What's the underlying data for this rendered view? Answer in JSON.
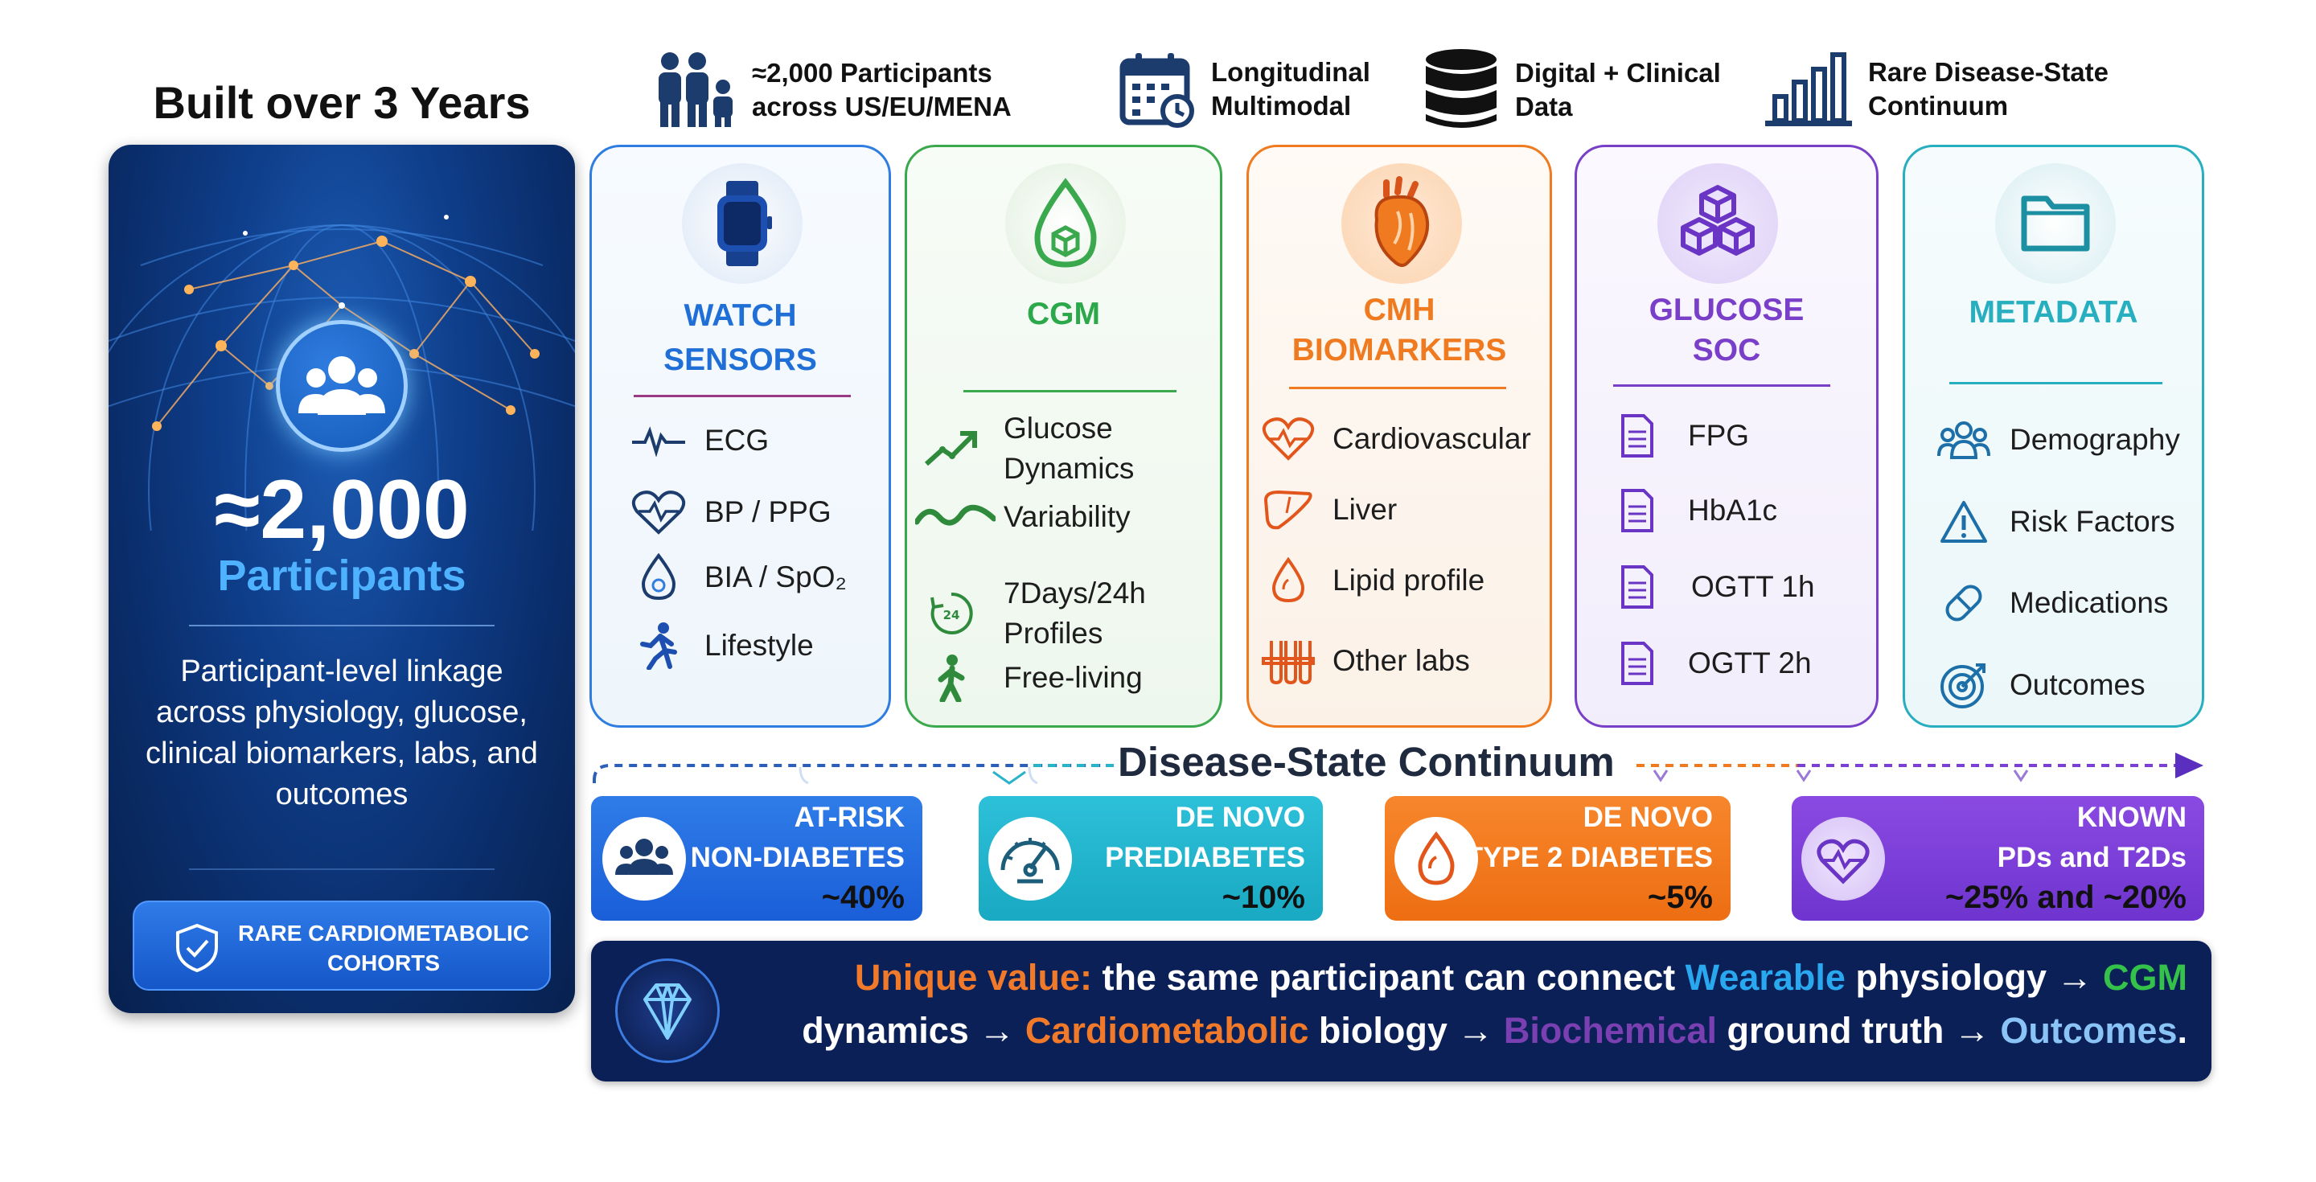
{
  "left": {
    "title": "Built over 3 Years",
    "big_number": "≈2,000",
    "big_label": "Participants",
    "description": "Participant-level linkage across physiology, glucose, clinical biomarkers, labs, and outcomes",
    "button_line1": "RARE CARDIOMETABOLIC",
    "button_line2": "COHORTS"
  },
  "header": [
    {
      "icon": "people-icon",
      "line1": "≈2,000 Participants",
      "line2": "across US/EU/MENA"
    },
    {
      "icon": "calendar-icon",
      "line1": "Longitudinal",
      "line2": "Multimodal"
    },
    {
      "icon": "database-icon",
      "line1": "Digital + Clinical",
      "line2": "Data"
    },
    {
      "icon": "bar-chart-icon",
      "line1": "Rare Disease-State",
      "line2": "Continuum"
    }
  ],
  "cards": {
    "watch": {
      "title_l1": "WATCH",
      "title_l2": "SENSORS",
      "color": "#1f6fd6",
      "items": [
        {
          "icon": "ecg-icon",
          "label": "ECG"
        },
        {
          "icon": "heart-pulse-icon",
          "label": "BP / PPG"
        },
        {
          "icon": "drop-icon",
          "label": "BIA / SpO₂"
        },
        {
          "icon": "runner-icon",
          "label": "Lifestyle"
        }
      ]
    },
    "cgm": {
      "title": "CGM",
      "color": "#2aa84a",
      "items": [
        {
          "icon": "trend-up-icon",
          "l1": "Glucose",
          "l2": "Dynamics"
        },
        {
          "icon": "wave-icon",
          "l1": "Variability"
        },
        {
          "icon": "clock-24-icon",
          "l1": "7Days/24h",
          "l2": "Profiles"
        },
        {
          "icon": "walker-icon",
          "l1": "Free-living"
        }
      ]
    },
    "cmh": {
      "title_l1": "CMH",
      "title_l2": "BIOMARKERS",
      "color": "#f07a1f",
      "items": [
        {
          "icon": "heart-icon",
          "label": "Cardiovascular"
        },
        {
          "icon": "liver-icon",
          "label": "Liver"
        },
        {
          "icon": "lipid-drop-icon",
          "label": "Lipid profile"
        },
        {
          "icon": "test-tubes-icon",
          "label": "Other labs"
        }
      ]
    },
    "glucose": {
      "title_l1": "GLUCOSE",
      "title_l2": "SOC",
      "color": "#7a3fc8",
      "items": [
        {
          "icon": "document-icon",
          "label": "FPG"
        },
        {
          "icon": "document-icon",
          "label": "HbA1c"
        },
        {
          "icon": "document-icon",
          "label": "OGTT 1h"
        },
        {
          "icon": "document-icon",
          "label": "OGTT 2h"
        }
      ]
    },
    "metadata": {
      "title": "METADATA",
      "color": "#27aebf",
      "items": [
        {
          "icon": "group-icon",
          "label": "Demography"
        },
        {
          "icon": "warning-icon",
          "label": "Risk Factors"
        },
        {
          "icon": "pill-icon",
          "label": "Medications"
        },
        {
          "icon": "target-icon",
          "label": "Outcomes"
        }
      ]
    }
  },
  "continuum": {
    "title": "Disease-State Continuum",
    "stages": [
      {
        "l1": "AT-RISK",
        "l2": "NON-DIABETES",
        "pct": "~40%",
        "color": "#1f6fe0",
        "icon": "group-icon"
      },
      {
        "l1": "DE NOVO",
        "l2": "PREDIABETES",
        "pct": "~10%",
        "color": "#1fb6cf",
        "icon": "gauge-icon"
      },
      {
        "l1": "DE NOVO",
        "l2": "TYPE 2 DIABETES",
        "pct": "~5%",
        "color": "#f5761a",
        "icon": "drop-icon"
      },
      {
        "l1": "KNOWN",
        "l2": "PDs and T2Ds",
        "pct": "~25% and ~20%",
        "color": "#7b3fd6",
        "icon": "heart-pulse-icon"
      }
    ]
  },
  "banner": {
    "t1": "Unique value:",
    "t2": " the same participant can connect ",
    "t3": "Wearable",
    "t4": " physiology → ",
    "t5": "CGM",
    "t6": "dynamics → ",
    "t7": "Cardiometabolic",
    "t8": " biology → ",
    "t9": "Biochemical",
    "t10": " ground truth → ",
    "t11": "Outcomes",
    "t12": ".",
    "colors": {
      "orange": "#f07a2a",
      "blue": "#29a8f0",
      "green": "#34c24a",
      "purple": "#7a3fb0",
      "lightblue": "#8ac3f5"
    }
  }
}
